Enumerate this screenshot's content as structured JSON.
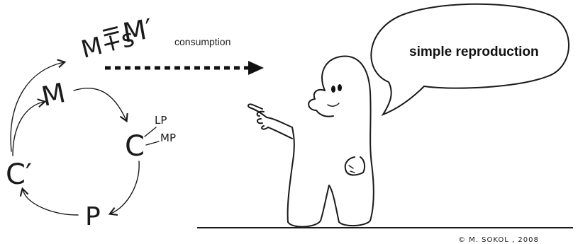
{
  "formula": {
    "m_plus_s": "M+s",
    "equals": "=",
    "m_prime": "M′"
  },
  "cycle": {
    "m": "M",
    "c": "C",
    "lp": "LP",
    "mp": "MP",
    "p": "P",
    "c_prime": "C′"
  },
  "consumption_label": "consumption",
  "speech_bubble_text": "simple reproduction",
  "copyright": "© M. SOKOL , 2008"
}
